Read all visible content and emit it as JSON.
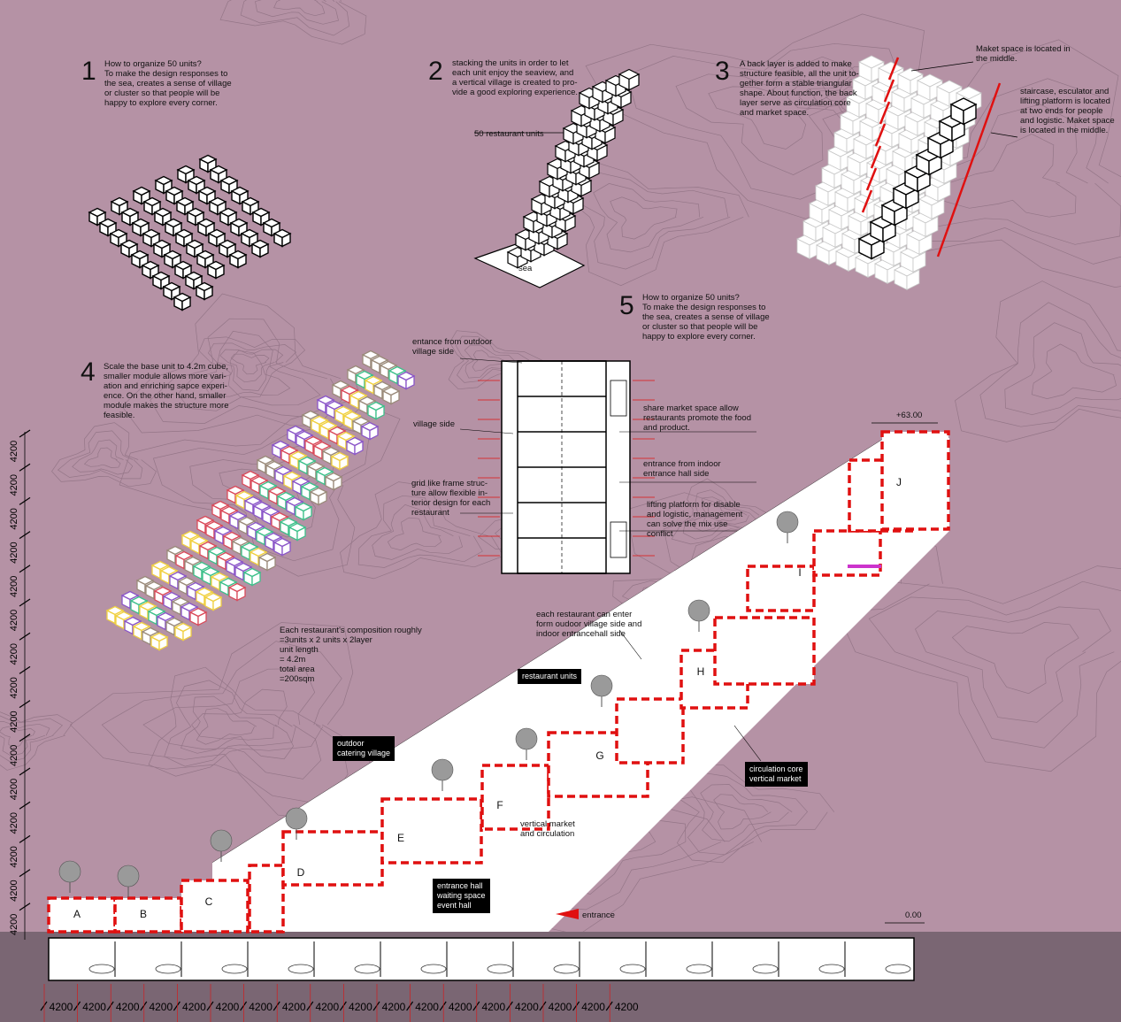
{
  "steps": [
    {
      "num": "1",
      "text": "How to organize 50 units?\nTo make the design responses to\nthe sea, creates a sense of village\nor cluster so that people will be\nhappy to explore every corner."
    },
    {
      "num": "2",
      "text": "stacking the units in order to let\neach unit enjoy the seaview, and\na vertical village is created to pro-\nvide a good exploring experience."
    },
    {
      "num": "3",
      "text": "A back layer is added to make\nstructure feasible, all the unit to-\ngether form a stable triangular\nshape. About function, the back\nlayer serve as circulation core\nand market space."
    },
    {
      "num": "4",
      "text": "Scale the base unit to 4.2m cube,\nsmaller module allows more vari-\nation and enriching sapce experi-\nence. On the other hand, smaller\nmodule makes the structure more\nfeasible."
    },
    {
      "num": "5",
      "text": "How to organize 50 units?\nTo make the design responses to\nthe sea, creates a sense of village\nor cluster so that people will be\nhappy to explore every corner."
    }
  ],
  "diagram2": {
    "units_label": "50 restaurant units",
    "sea_label": "sea"
  },
  "diagram3": {
    "market_note": "Maket space is located in\nthe middle.",
    "stair_note": "staircase, esculator and\nlifting platform is located\nat two ends for people\nand logistic. Maket space\nis located in the middle."
  },
  "diagram4": {
    "composition_note": "Each restaurant's composition roughly\n=3units x 2 units x 2layer\nunit length\n= 4.2m\ntotal area\n=200sqm"
  },
  "plan_labels": {
    "entrance_outdoor": "entance from outdoor\nvillage side",
    "village_side": "village side",
    "grid": "grid like frame struc-\nture allow flexible in-\nterior design for each\nrestaurant",
    "share_market": "share market space allow\nrestaurants promote the food\nand product.",
    "entrance_indoor": "entrance from indoor\nentrance hall side",
    "lifting": "lifting platform for disable\nand logistic, management\ncan solve the mix use\nconflict"
  },
  "section": {
    "enter_note": "each restaurant can enter\nform oudoor village side and\nindoor entrancehall side",
    "restaurant_units": "restaurant units",
    "outdoor_catering": "outdoor\ncatering village",
    "circulation_core": "circulation core\nvertical market",
    "vertical_market": "vertical market\nand circulation",
    "entrance_hall": "entrance hall\nwaiting space\nevent hall",
    "entrance": "entrance",
    "level_top": "+63.00",
    "level_ground": "0.00",
    "unit_letters": [
      "A",
      "B",
      "C",
      "D",
      "E",
      "F",
      "G",
      "H",
      "I",
      "J"
    ],
    "dimension": "4200",
    "horizontal_dim_count": 18,
    "vertical_dim_count": 15
  },
  "colors": {
    "background": "#b592a5",
    "ground": "#7a6673",
    "red": "#e01010",
    "magenta": "#cc33cc",
    "unit_palette": [
      "#d94a5a",
      "#f0d040",
      "#3cc08a",
      "#9a8a7a",
      "#8a55c8"
    ]
  }
}
